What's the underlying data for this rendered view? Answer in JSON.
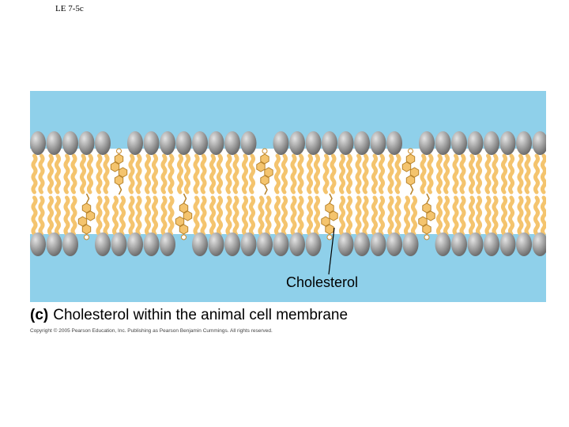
{
  "slide_label": "LE 7-5c",
  "figure": {
    "callout_label": "Cholesterol",
    "caption_tag": "(c)",
    "caption_text": "Cholesterol within the animal cell membrane",
    "copyright": "Copyright © 2005 Pearson Education, Inc. Publishing as Pearson Benjamin Cummings. All rights reserved."
  },
  "colors": {
    "extracellular_fluid": "#8fd0ea",
    "hydrophobic_core": "#ffffff",
    "phospholipid_head": "#a3a3a3",
    "fatty_acid_tail": "#f4c46e",
    "cholesterol_ring": "#f4c46e"
  }
}
